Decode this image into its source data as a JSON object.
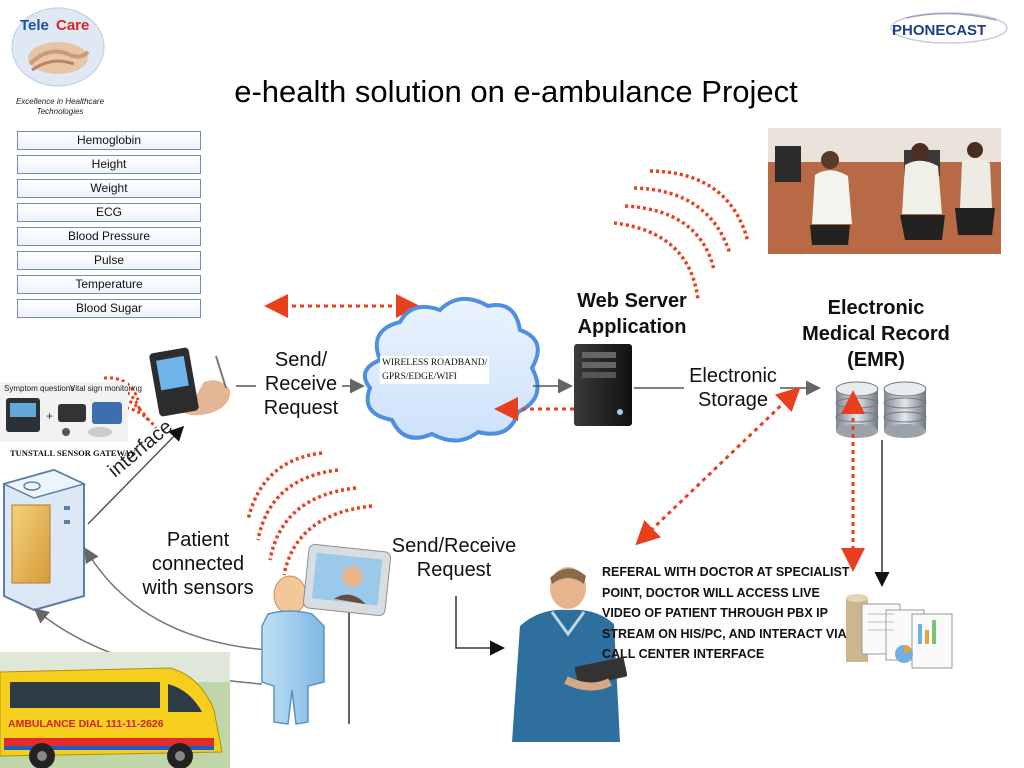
{
  "header": {
    "title": "e-health solution on e-ambulance Project",
    "left_logo": {
      "text_a": "Tele",
      "text_b": "Care",
      "tagline": "Excellence in Healthcare Technologies"
    },
    "right_logo": {
      "text_a": "PH",
      "text_b": "ONE",
      "text_c": "CAST"
    }
  },
  "parameters": [
    "Hemoglobin",
    "Height",
    "Weight",
    "ECG",
    "Blood Pressure",
    "Pulse",
    "Temperature",
    "Blood Sugar"
  ],
  "diagram": {
    "send_receive_left": [
      "Send/",
      "Receive",
      "Request"
    ],
    "cloud_text": [
      "WIRELESS ROADBAND/",
      "GPRS/EDGE/WIFI"
    ],
    "web_server": [
      "Web Server",
      "Application"
    ],
    "electronic_storage": [
      "Electronic",
      "Storage"
    ],
    "emr": [
      "Electronic",
      "Medical Record",
      "(EMR)"
    ],
    "patient": [
      "Patient",
      "connected",
      "with sensors"
    ],
    "send_receive_right": [
      "Send/Receive",
      "Request"
    ],
    "interface": "interface",
    "gateway_label": "TUNSTALL SENSOR GATEWAY",
    "device_photo_labels": [
      "Symptom questions",
      "Vital sign monitoring"
    ],
    "referral": [
      "REFERAL WITH DOCTOR AT SPECIALIST",
      "POINT, DOCTOR WILL ACCESS LIVE",
      "VIDEO OF PATIENT THROUGH PBX IP",
      "STREAM ON HIS/PC, AND INTERACT VIA",
      "CALL CENTER INTERFACE"
    ],
    "ambulance_text": "AMBULANCE DIAL 111-11-2626"
  },
  "colors": {
    "dotted_arrow": "#e8401c",
    "cloud": "#4f8fe0",
    "param_border": "#6f8fb8",
    "arrow": "#555555",
    "phonecast_blue": "#1c3f88"
  }
}
